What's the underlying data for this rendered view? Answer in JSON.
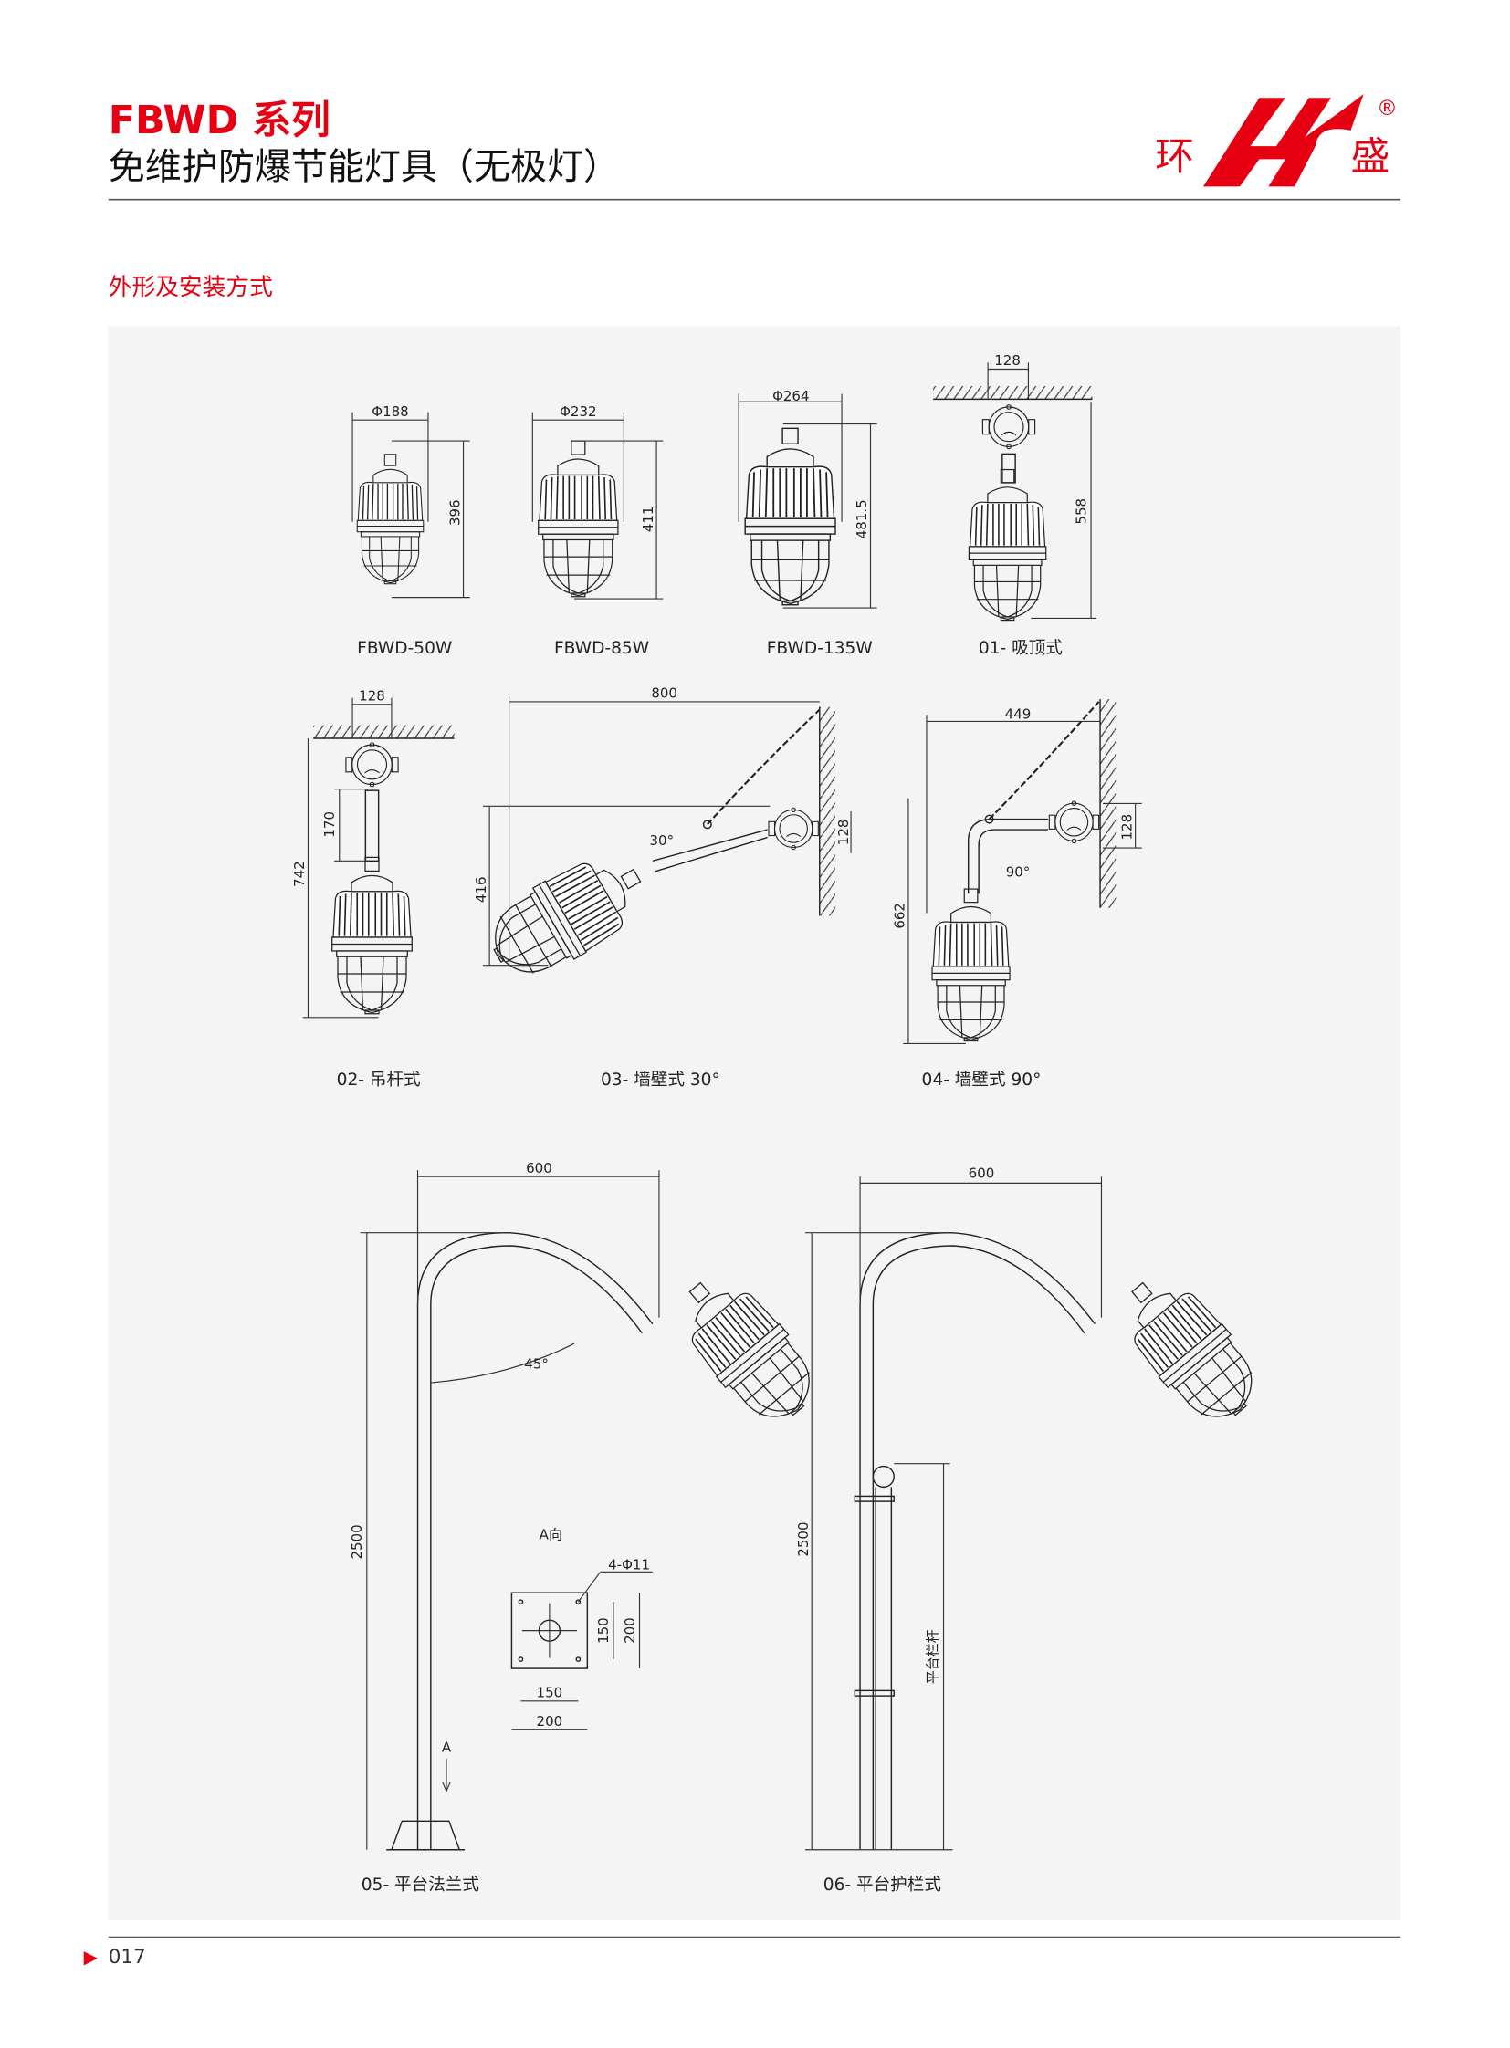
{
  "header": {
    "series_title": "FBWD 系列",
    "subtitle": "免维护防爆节能灯具（无极灯）",
    "logo": {
      "left_char": "环",
      "right_char": "盛",
      "mark": "HS",
      "registered": "®"
    }
  },
  "section_title": "外形及安装方式",
  "colors": {
    "accent": "#e60012",
    "panel": "#f4f4f4",
    "line": "#222222"
  },
  "models": [
    {
      "label": "FBWD-50W",
      "diameter": "Φ188",
      "height": "396"
    },
    {
      "label": "FBWD-85W",
      "diameter": "Φ232",
      "height": "411"
    },
    {
      "label": "FBWD-135W",
      "diameter": "Φ264",
      "height": "481.5"
    }
  ],
  "mountings": {
    "m01": {
      "label": "01- 吸顶式",
      "width": "128",
      "height": "558"
    },
    "m02": {
      "label": "02- 吊杆式",
      "width": "128",
      "rod": "170",
      "height": "742"
    },
    "m03": {
      "label": "03- 墙壁式 30°",
      "reach": "800",
      "height": "416",
      "box": "128",
      "angle": "30°"
    },
    "m04": {
      "label": "04- 墙壁式 90°",
      "reach": "449",
      "height": "662",
      "box": "128",
      "angle": "90°"
    },
    "m05": {
      "label": "05- 平台法兰式",
      "reach": "600",
      "height": "2500",
      "angle": "45°",
      "view_label": "A向",
      "arrow_label": "A",
      "holes": "4-Φ11",
      "inner": "150",
      "outer": "200"
    },
    "m06": {
      "label": "06- 平台护栏式",
      "reach": "600",
      "height": "2500",
      "rail_label": "平台栏杆"
    }
  },
  "footer": {
    "page": "017",
    "marker": "▶"
  }
}
